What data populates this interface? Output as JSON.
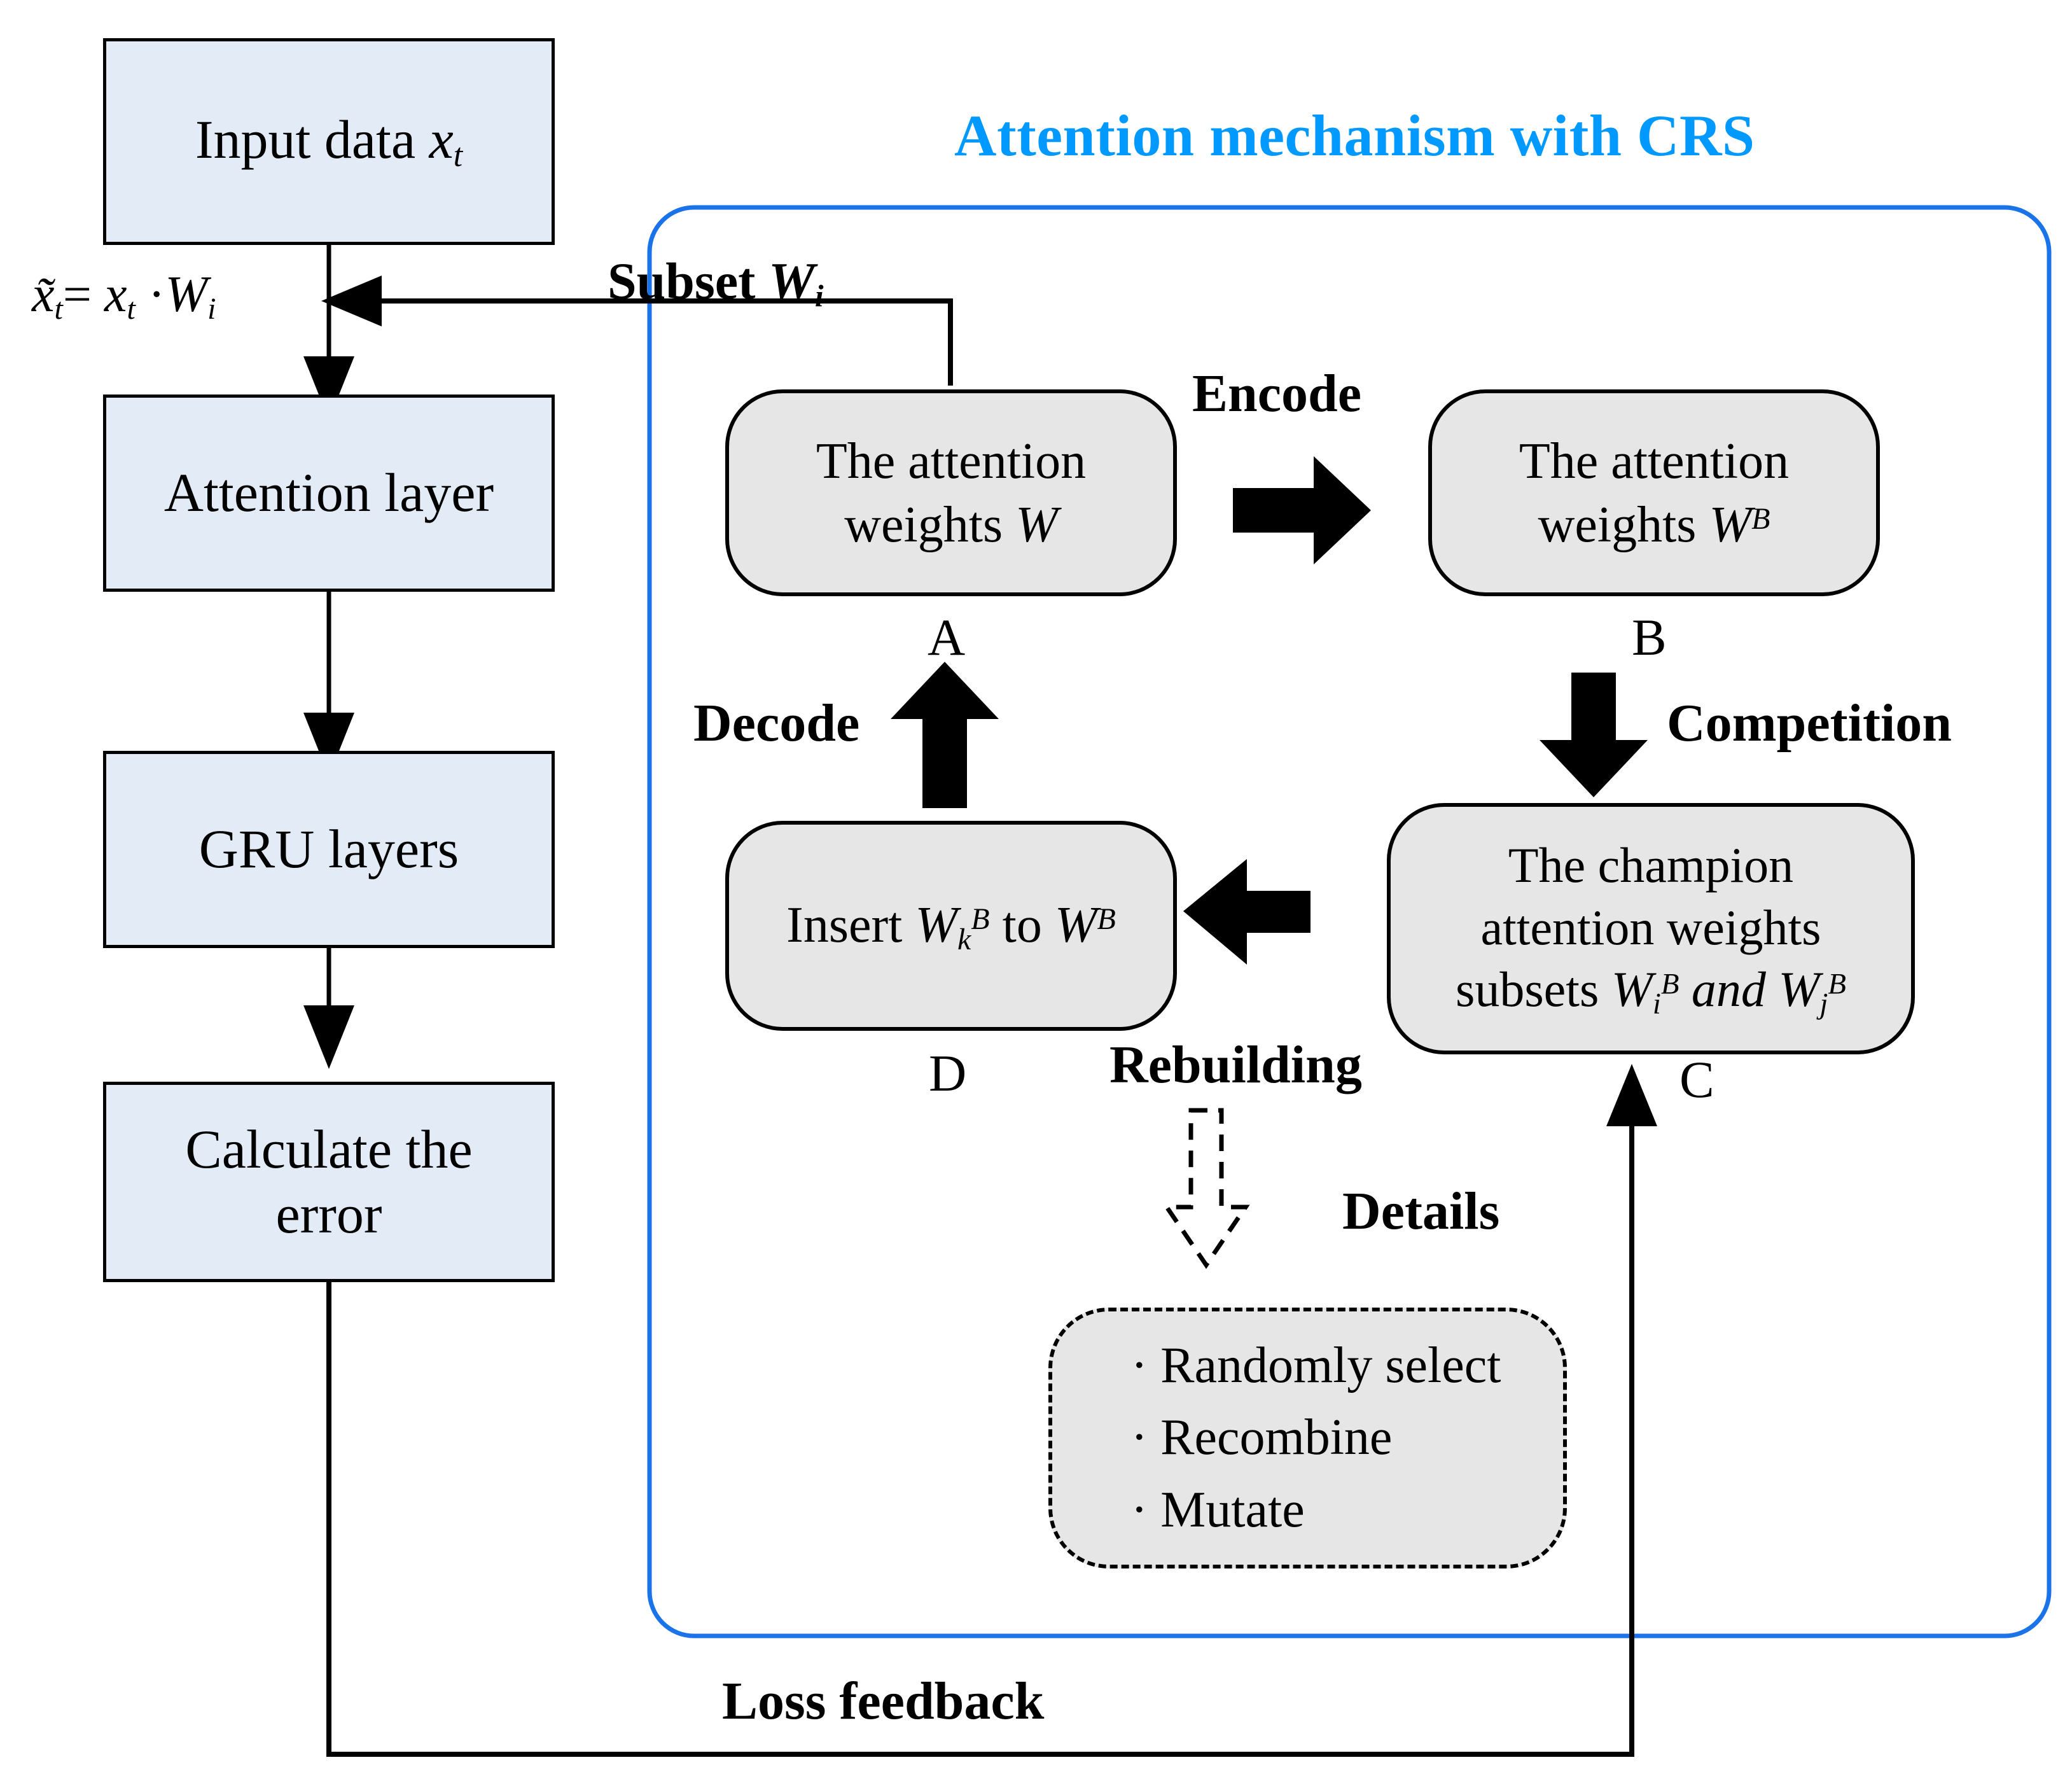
{
  "diagram": {
    "title": "Attention mechanism with CRS",
    "title_color": "#0099FF",
    "box_fill_blue": "#E3EBF6",
    "box_fill_grey": "#E6E6E6",
    "container_border_color": "#1A73E8"
  },
  "pipeline": {
    "input": "Input data",
    "input_var": "x",
    "input_sub": "t",
    "attention_layer": "Attention layer",
    "gru_layers": "GRU layers",
    "calculate_error_line1": "Calculate the",
    "calculate_error_line2": "error"
  },
  "formula": {
    "lhs": "x̃",
    "lhs_sub": "t",
    "eq": "= ",
    "rhs_x": "x",
    "rhs_x_sub": "t",
    "dot": " ·",
    "rhs_w": "W",
    "rhs_w_sub": "i"
  },
  "crs": {
    "subset_label": "Subset",
    "subset_var": "W",
    "subset_sub": "i",
    "box_a": {
      "line1": "The attention",
      "line2_prefix": "weights ",
      "line2_var": "W",
      "letter": "A"
    },
    "box_b": {
      "line1": "The attention",
      "line2_prefix": "weights ",
      "line2_var": "W",
      "line2_sup": "B",
      "letter": "B"
    },
    "box_c": {
      "line1": "The champion",
      "line2": "attention weights",
      "line3_prefix": "subsets ",
      "line3_var1": "W",
      "line3_sub1": "i",
      "line3_sup1": "B",
      "line3_and": " and ",
      "line3_var2": "W",
      "line3_sub2": "j",
      "line3_sup2": "B",
      "letter": "C"
    },
    "box_d": {
      "prefix": "Insert ",
      "var1": "W",
      "sub1": "k",
      "sup1": "B",
      "mid": " to ",
      "var2": "W",
      "sup2": "B",
      "letter": "D"
    },
    "details_box": {
      "items": [
        "· Randomly select",
        "· Recombine",
        "· Mutate"
      ]
    }
  },
  "edges": {
    "encode": "Encode",
    "competition": "Competition",
    "decode": "Decode",
    "rebuilding": "Rebuilding",
    "details": "Details",
    "loss_feedback": "Loss feedback"
  }
}
